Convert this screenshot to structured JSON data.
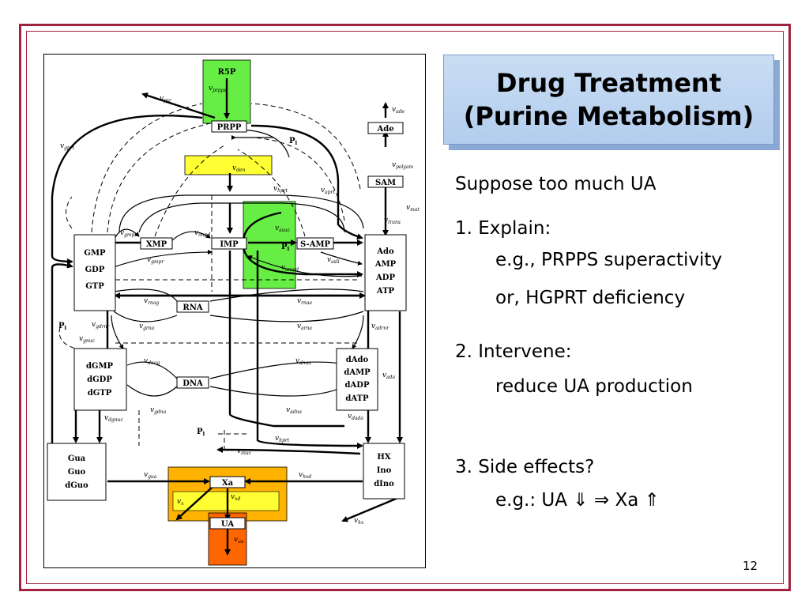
{
  "slide": {
    "title_line1": "Drug Treatment",
    "title_line2": "(Purine Metabolism)",
    "page_number": "12",
    "colors": {
      "frame": "#a0223c",
      "title_bg": "#c9ddf3",
      "green": "#66ee44",
      "yellow": "#ffff33",
      "orange": "#ff9900",
      "ua": "#ff6600"
    }
  },
  "content": {
    "intro": "Suppose too much UA",
    "item1_label": "1.  Explain:",
    "item1_line1": "e.g., PRPPS superactivity",
    "item1_line2": "or, HGPRT deficiency",
    "item2_label": "2.  Intervene:",
    "item2_line1": "reduce UA production",
    "item3_label": "3.  Side effects?",
    "item3_line1": "e.g.: UA ⇓  ⇒ Xa ⇑"
  },
  "diagram": {
    "nodes": {
      "r5p": "R5P",
      "prpp": "PRPP",
      "ade": "Ade",
      "sam": "SAM",
      "imp": "IMP",
      "xmp": "XMP",
      "samp": "S-AMP",
      "rna": "RNA",
      "dna": "DNA",
      "xa": "Xa",
      "ua": "UA",
      "gmp": "GMP",
      "gdp": "GDP",
      "gtp": "GTP",
      "ado": "Ado",
      "amp": "AMP",
      "adp": "ADP",
      "atp": "ATP",
      "dgmp": "dGMP",
      "dgdp": "dGDP",
      "dgtp": "dGTP",
      "dado": "dAdo",
      "damp": "dAMP",
      "dadp": "dADP",
      "datp": "dATP",
      "gua": "Gua",
      "guo": "Guo",
      "dguo": "dGuo",
      "hx": "HX",
      "ino": "Ino",
      "dino": "dIno",
      "pi": "P",
      "pi_sub": "i"
    },
    "fluxes": {
      "prpps": "prpps",
      "psr": "psr",
      "ade": "ade",
      "gprt": "gprt",
      "den": "den",
      "polyam": "polyam",
      "hprt": "hprt",
      "aprt": "aprt",
      "mat": "mat",
      "trans": "trans",
      "gmps": "gmps",
      "impd": "impd",
      "asuc": "asuc",
      "asli": "asli",
      "gmpr": "gmpr",
      "ampd": "ampd",
      "rnag": "rnag",
      "rnaa": "rnaa",
      "gdrnr": "gdrnr",
      "grna": "grna",
      "arna": "arna",
      "adrnr": "adrnr",
      "gnuc": "gnuc",
      "dnag": "dnag",
      "dnaa": "dnaa",
      "ada": "ada",
      "gdna": "gdna",
      "adna": "adna",
      "dgnuc": "dgnuc",
      "dada": "dada",
      "hprt2": "hprt",
      "inuc": "inuc",
      "gua": "gua",
      "hxd": "hxd",
      "x": "x",
      "xd": "xd",
      "hx": "hx",
      "ua": "ua"
    },
    "v": "v"
  }
}
